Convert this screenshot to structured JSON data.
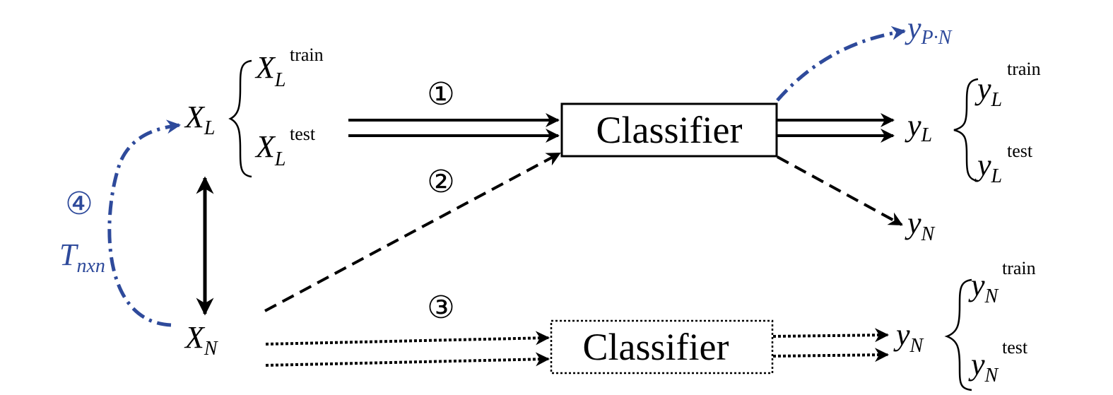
{
  "classifier_solid_label": "Classifier",
  "classifier_dotted_label": "Classifier",
  "step_1": "①",
  "step_2": "②",
  "step_3": "③",
  "step_4": "④",
  "x_main": "X",
  "sub_L": "L",
  "sub_N": "N",
  "y_main": "y",
  "sup_train": "train",
  "sup_test": "test",
  "y_pn_sub": "P·N",
  "t_main": "T",
  "t_sub": "nxn",
  "colors": {
    "black": "#000000",
    "blue": "#2e4a9b"
  }
}
